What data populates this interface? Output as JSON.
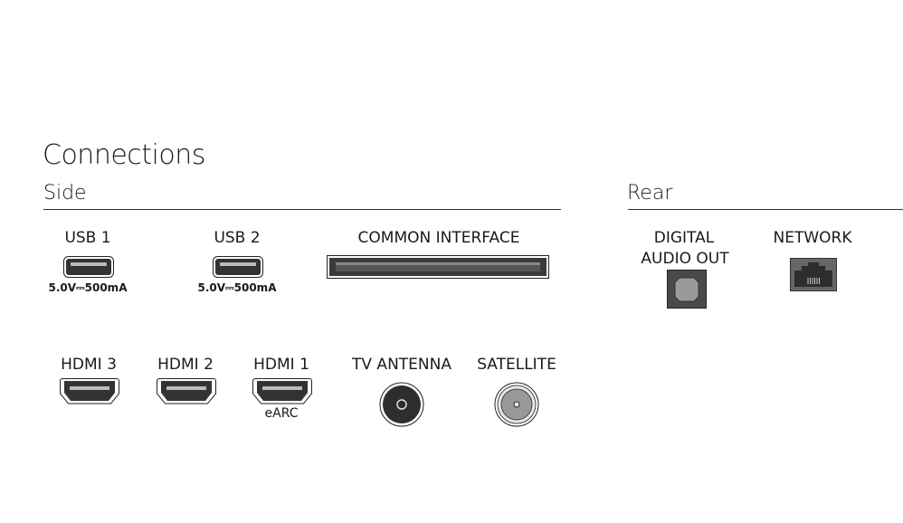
{
  "title": "Connections",
  "side": {
    "heading": "Side",
    "usb": [
      {
        "label": "USB 1",
        "spec": "5.0V⎓500mA"
      },
      {
        "label": "USB 2",
        "spec": "5.0V⎓500mA"
      }
    ],
    "common_interface": {
      "label": "COMMON INTERFACE"
    },
    "hdmi": [
      {
        "label": "HDMI 3"
      },
      {
        "label": "HDMI 2"
      },
      {
        "label": "HDMI 1",
        "note": "eARC"
      }
    ],
    "tv_antenna": {
      "label": "TV ANTENNA"
    },
    "satellite": {
      "label": "SATELLITE"
    }
  },
  "rear": {
    "heading": "Rear",
    "digital_audio_out": {
      "label_line1": "DIGITAL",
      "label_line2": "AUDIO OUT"
    },
    "network": {
      "label": "NETWORK"
    }
  }
}
